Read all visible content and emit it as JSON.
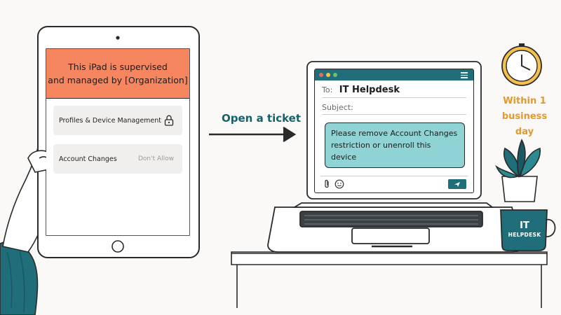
{
  "ipad": {
    "banner_line1": "This iPad is supervised",
    "banner_line2": "and managed by [Organization]",
    "rows": [
      {
        "label": "Profiles & Device Management",
        "icon": "lock-icon"
      },
      {
        "label": "Account Changes",
        "value": "Don't Allow"
      }
    ]
  },
  "arrow": {
    "label": "Open a ticket"
  },
  "email": {
    "to_label": "To:",
    "to_value": "IT Helpdesk",
    "subject_label": "Subject:",
    "message_line1": "Please remove Account Changes",
    "message_line2": "restriction or unenroll this device",
    "icons": [
      "paperclip-icon",
      "smiley-icon",
      "send-icon"
    ]
  },
  "sla": {
    "line1": "Within 1",
    "line2": "business day"
  },
  "mug": {
    "line1": "IT",
    "line2": "HELPDESK"
  },
  "colors": {
    "banner": "#f5865f",
    "teal": "#1f6e79",
    "bubble": "#8fd3d4",
    "sla_text": "#e19a2b",
    "arrow_text": "#15616d"
  }
}
